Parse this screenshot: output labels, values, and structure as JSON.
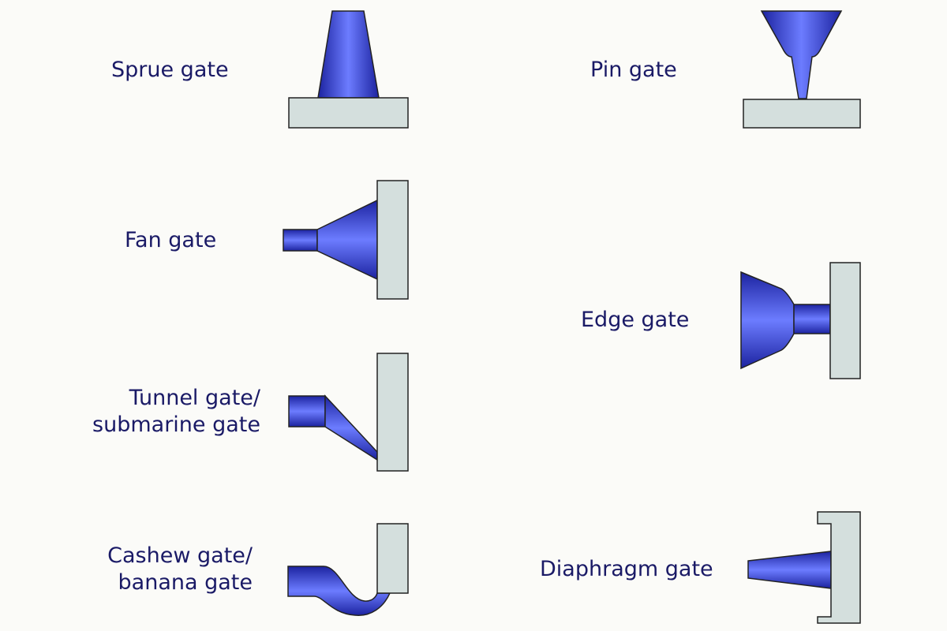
{
  "title": "Injection molding gate types",
  "colors": {
    "gate_fill": "#3a47e0",
    "gate_dark": "#1c23a0",
    "gate_light": "#6c7cff",
    "part_fill": "#d4dfdd",
    "outline": "#222222",
    "label": "#1a1a66",
    "background": "#fbfbf8"
  },
  "gates": [
    {
      "id": "sprue",
      "label": "Sprue gate"
    },
    {
      "id": "pin",
      "label": "Pin gate"
    },
    {
      "id": "fan",
      "label": "Fan gate"
    },
    {
      "id": "edge",
      "label": "Edge gate"
    },
    {
      "id": "tunnel",
      "label_line1": "Tunnel gate/",
      "label_line2": "submarine gate"
    },
    {
      "id": "cashew",
      "label_line1": "Cashew gate/",
      "label_line2": "banana gate"
    },
    {
      "id": "diaphragm",
      "label": "Diaphragm gate"
    }
  ]
}
